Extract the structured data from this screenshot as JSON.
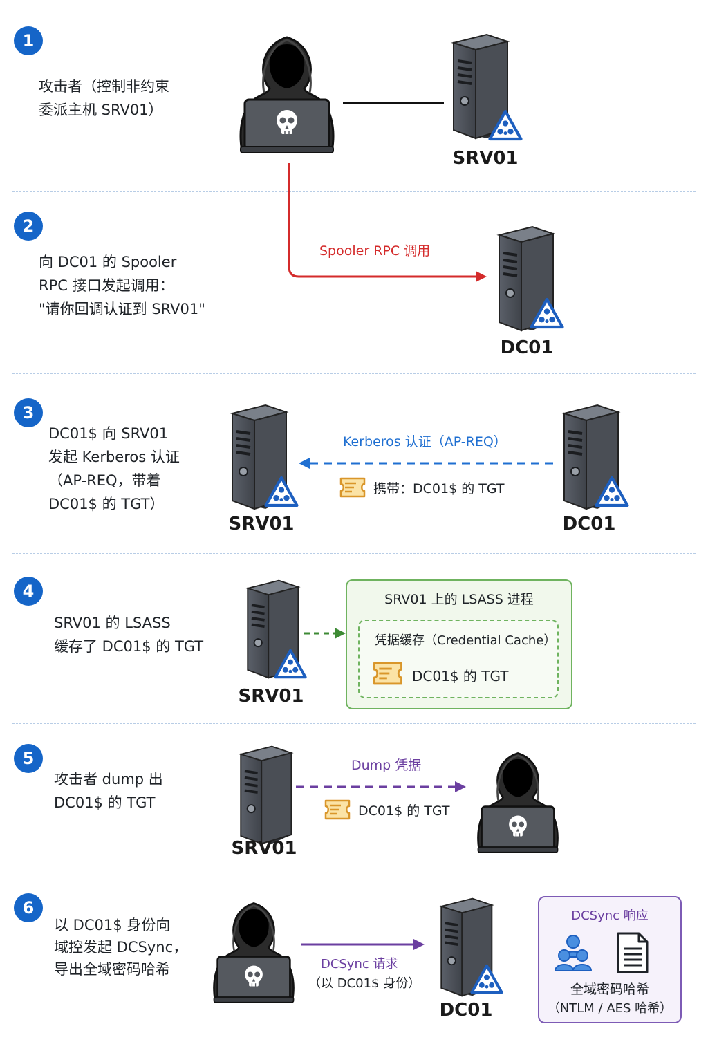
{
  "steps": [
    {
      "num": "1",
      "text": "攻击者（控制非约束\n委派主机 SRV01）"
    },
    {
      "num": "2",
      "text": "向 DC01 的 Spooler\nRPC 接口发起调用：\n\"请你回调认证到 SRV01\""
    },
    {
      "num": "3",
      "text": "DC01$ 向 SRV01\n发起 Kerberos 认证\n（AP-REQ，带着\nDC01$ 的 TGT）"
    },
    {
      "num": "4",
      "text": "SRV01 的 LSASS\n缓存了 DC01$ 的 TGT"
    },
    {
      "num": "5",
      "text": "攻击者 dump 出\nDC01$ 的 TGT"
    },
    {
      "num": "6",
      "text": "以 DC01$ 身份向\n域控发起 DCSync，\n导出全域密码哈希"
    }
  ],
  "nodes": {
    "s1_server": "SRV01",
    "s2_server": "DC01",
    "s3_left": "SRV01",
    "s3_right": "DC01",
    "s4_server": "SRV01",
    "s5_server": "SRV01",
    "s6_server": "DC01"
  },
  "edges": {
    "s2_label": "Spooler RPC 调用",
    "s3_label": "Kerberos 认证（AP-REQ）",
    "s3_ticket": "携带：DC01$ 的 TGT",
    "s5_label": "Dump 凭据",
    "s5_ticket": "DC01$ 的 TGT",
    "s6_label_1": "DCSync 请求",
    "s6_label_2": "（以 DC01$ 身份）"
  },
  "lsass_box": {
    "title": "SRV01 上的 LSASS 进程",
    "inner_title": "凭据缓存（Credential Cache）",
    "ticket": "DC01$ 的 TGT"
  },
  "dcsync_box": {
    "title": "DCSync 响应",
    "line1": "全域密码哈希",
    "line2": "（NTLM / AES 哈希）"
  },
  "colors": {
    "badge": "#1565c8",
    "red": "#d42b2b",
    "blue": "#1f6fd1",
    "green": "#3d8a34",
    "purple": "#6b3fa0",
    "ticket": "#e8a93a"
  },
  "icons": [
    "hacker-icon",
    "server-icon",
    "ad-triangle-icon",
    "ticket-icon",
    "users-icon",
    "document-icon"
  ]
}
